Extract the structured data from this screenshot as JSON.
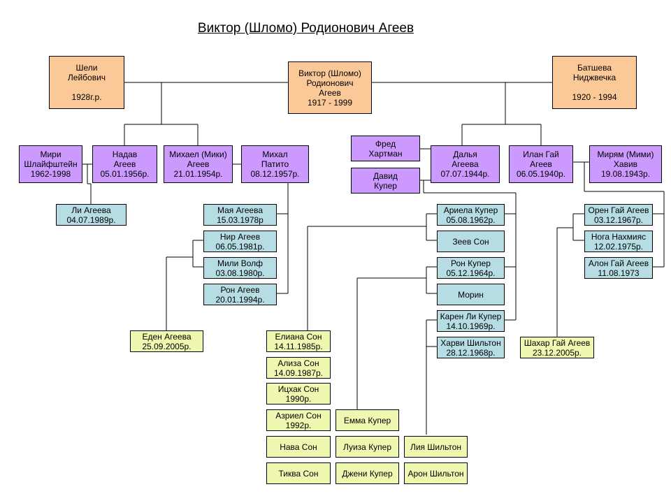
{
  "title": "Виктор (Шломо) Родионович Агеев",
  "colors": {
    "founders": "#fbc997",
    "children": "#cc99ff",
    "grandchildren": "#b7dde4",
    "great_grandchildren": "#f0f7b0"
  },
  "people": {
    "viktor": {
      "lines": [
        "Виктор (Шломо)",
        "Родионович",
        "Агеев",
        "1917 - 1999"
      ]
    },
    "sheli": {
      "lines": [
        "Шели",
        "Лейбович",
        "",
        "1928г.р."
      ]
    },
    "batsheva": {
      "lines": [
        "Батшева",
        "Ниджвечка",
        "",
        "1920 - 1994"
      ]
    },
    "miri": {
      "lines": [
        "Мири",
        "Шлайфштейн",
        "1962-1998"
      ]
    },
    "nadav": {
      "lines": [
        "Надав",
        "Агеев",
        "05.01.1956р."
      ]
    },
    "mikhael": {
      "lines": [
        "Михаел (Мики)",
        "Агеев",
        "21.01.1954р."
      ]
    },
    "mikhal": {
      "lines": [
        "Михал",
        "Патито",
        "08.12.1957р."
      ]
    },
    "fred": {
      "lines": [
        "Фред",
        "Хартман"
      ]
    },
    "david": {
      "lines": [
        "Давид",
        "Купер"
      ]
    },
    "dalya": {
      "lines": [
        "Далья",
        "Агеева",
        "07.07.1944р."
      ]
    },
    "ilan": {
      "lines": [
        "Илан Гай",
        "Агеев",
        "06.05.1940р."
      ]
    },
    "miriam": {
      "lines": [
        "Мирям (Мими)",
        "Хавив",
        "19.08.1943р."
      ]
    },
    "li": {
      "lines": [
        "Ли Агеева",
        "04.07.1989р."
      ]
    },
    "maya": {
      "lines": [
        "Мая Агеева",
        "15.03.1978р"
      ]
    },
    "nir": {
      "lines": [
        "Нир Агеев",
        "06.05.1981р."
      ]
    },
    "mili": {
      "lines": [
        "Мили Волф",
        "03.08.1980р."
      ]
    },
    "ron_a": {
      "lines": [
        "Рон Агеев",
        "20.01.1994р."
      ]
    },
    "ariela": {
      "lines": [
        "Ариела Купер",
        "05.08.1962р."
      ]
    },
    "zeev": {
      "lines": [
        "Зеев Сон"
      ]
    },
    "ron_k": {
      "lines": [
        "Рон Купер",
        "05.12.1964р."
      ]
    },
    "morin": {
      "lines": [
        "Морин"
      ]
    },
    "karen": {
      "lines": [
        "Карен Ли Купер",
        "14.10.1969р."
      ]
    },
    "harvi": {
      "lines": [
        "Харви Шильтон",
        "28.12.1968р."
      ]
    },
    "oren": {
      "lines": [
        "Орен Гай Агеев",
        "03.12.1967р."
      ]
    },
    "noga": {
      "lines": [
        "Нога Нахмияс",
        "12.02.1975р."
      ]
    },
    "alon": {
      "lines": [
        "Алон Гай Агеев",
        "11.08.1973"
      ]
    },
    "eden": {
      "lines": [
        "Еден Агеева",
        "25.09.2005р."
      ]
    },
    "eliana": {
      "lines": [
        "Елиана Сон",
        "14.11.1985р."
      ]
    },
    "aliza": {
      "lines": [
        "Ализа Сон",
        "14.09.1987р."
      ]
    },
    "itskhak": {
      "lines": [
        "Ицхак Сон",
        "1990р."
      ]
    },
    "azriel": {
      "lines": [
        "Азриел Сон",
        "1992р."
      ]
    },
    "nava": {
      "lines": [
        "Нава Сон"
      ]
    },
    "tikva": {
      "lines": [
        "Тиква Сон"
      ]
    },
    "emma": {
      "lines": [
        "Емма Купер"
      ]
    },
    "luiza": {
      "lines": [
        "Луиза Купер"
      ]
    },
    "dzheni": {
      "lines": [
        "Джени Купер"
      ]
    },
    "liya": {
      "lines": [
        "Лия Шильтон"
      ]
    },
    "aron": {
      "lines": [
        "Арон Шильтон"
      ]
    },
    "shakhar": {
      "lines": [
        "Шахар Гай  Агеев",
        "23.12.2005р."
      ]
    }
  }
}
